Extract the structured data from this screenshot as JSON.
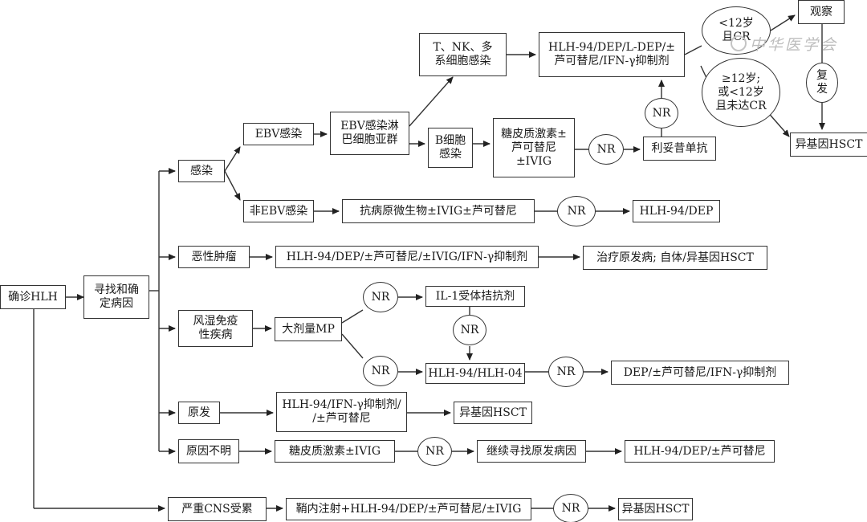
{
  "nodes": {
    "diagnose": "确诊HLH",
    "find_cause": "寻找和确\n定病因",
    "infection": "感染",
    "ebv_infection": "EBV感染",
    "non_ebv_infection": "非EBV感染",
    "ebv_lymphocyte": "EBV感染淋\n巴细胞亚群",
    "t_nk_multi": "T、NK、多\n系细胞感染",
    "b_cell": "B细胞\n感染",
    "hlh94_tnk": "HLH-94/DEP/L-DEP/±\n芦可替尼/IFN-γ抑制剂",
    "steroid_b": "糖皮质激素±\n芦可替尼\n±IVIG",
    "rituximab": "利妥昔单抗",
    "observe": "观察",
    "allo_hsct_top": "异基因HSCT",
    "antimicrobial": "抗病原微生物±IVIG±芦可替尼",
    "hlh94_dep_infect": "HLH-94/DEP",
    "malignancy": "恶性肿瘤",
    "hlh94_malig": "HLH-94/DEP/±芦可替尼/±IVIG/IFN-γ抑制剂",
    "treat_primary": "治疗原发病; 自体/异基因HSCT",
    "rheum": "风湿免疫\n性疾病",
    "high_dose_mp": "大剂量MP",
    "il1": "IL-1受体拮抗剂",
    "hlh94_04": "HLH-94/HLH-04",
    "dep_rheum": "DEP/±芦可替尼/IFN-γ抑制剂",
    "primary": "原发",
    "hlh94_primary": "HLH-94/IFN-γ抑制剂/\n/±芦可替尼",
    "allo_hsct_primary": "异基因HSCT",
    "unknown": "原因不明",
    "steroid_unknown": "糖皮质激素±IVIG",
    "keep_search": "继续寻找原发病因",
    "hlh94_unknown": "HLH-94/DEP/±芦可替尼",
    "cns": "严重CNS受累",
    "intrathecal": "鞘内注射+HLH-94/DEP/±芦可替尼/±IVIG",
    "allo_hsct_cns": "异基因HSCT"
  },
  "ovals": {
    "under12_cr": "<12岁\n且CR",
    "over12": "≥12岁;\n或<12岁\n且未达CR",
    "relapse": "复\n发",
    "nr": "NR"
  },
  "watermark": "中华医学会"
}
